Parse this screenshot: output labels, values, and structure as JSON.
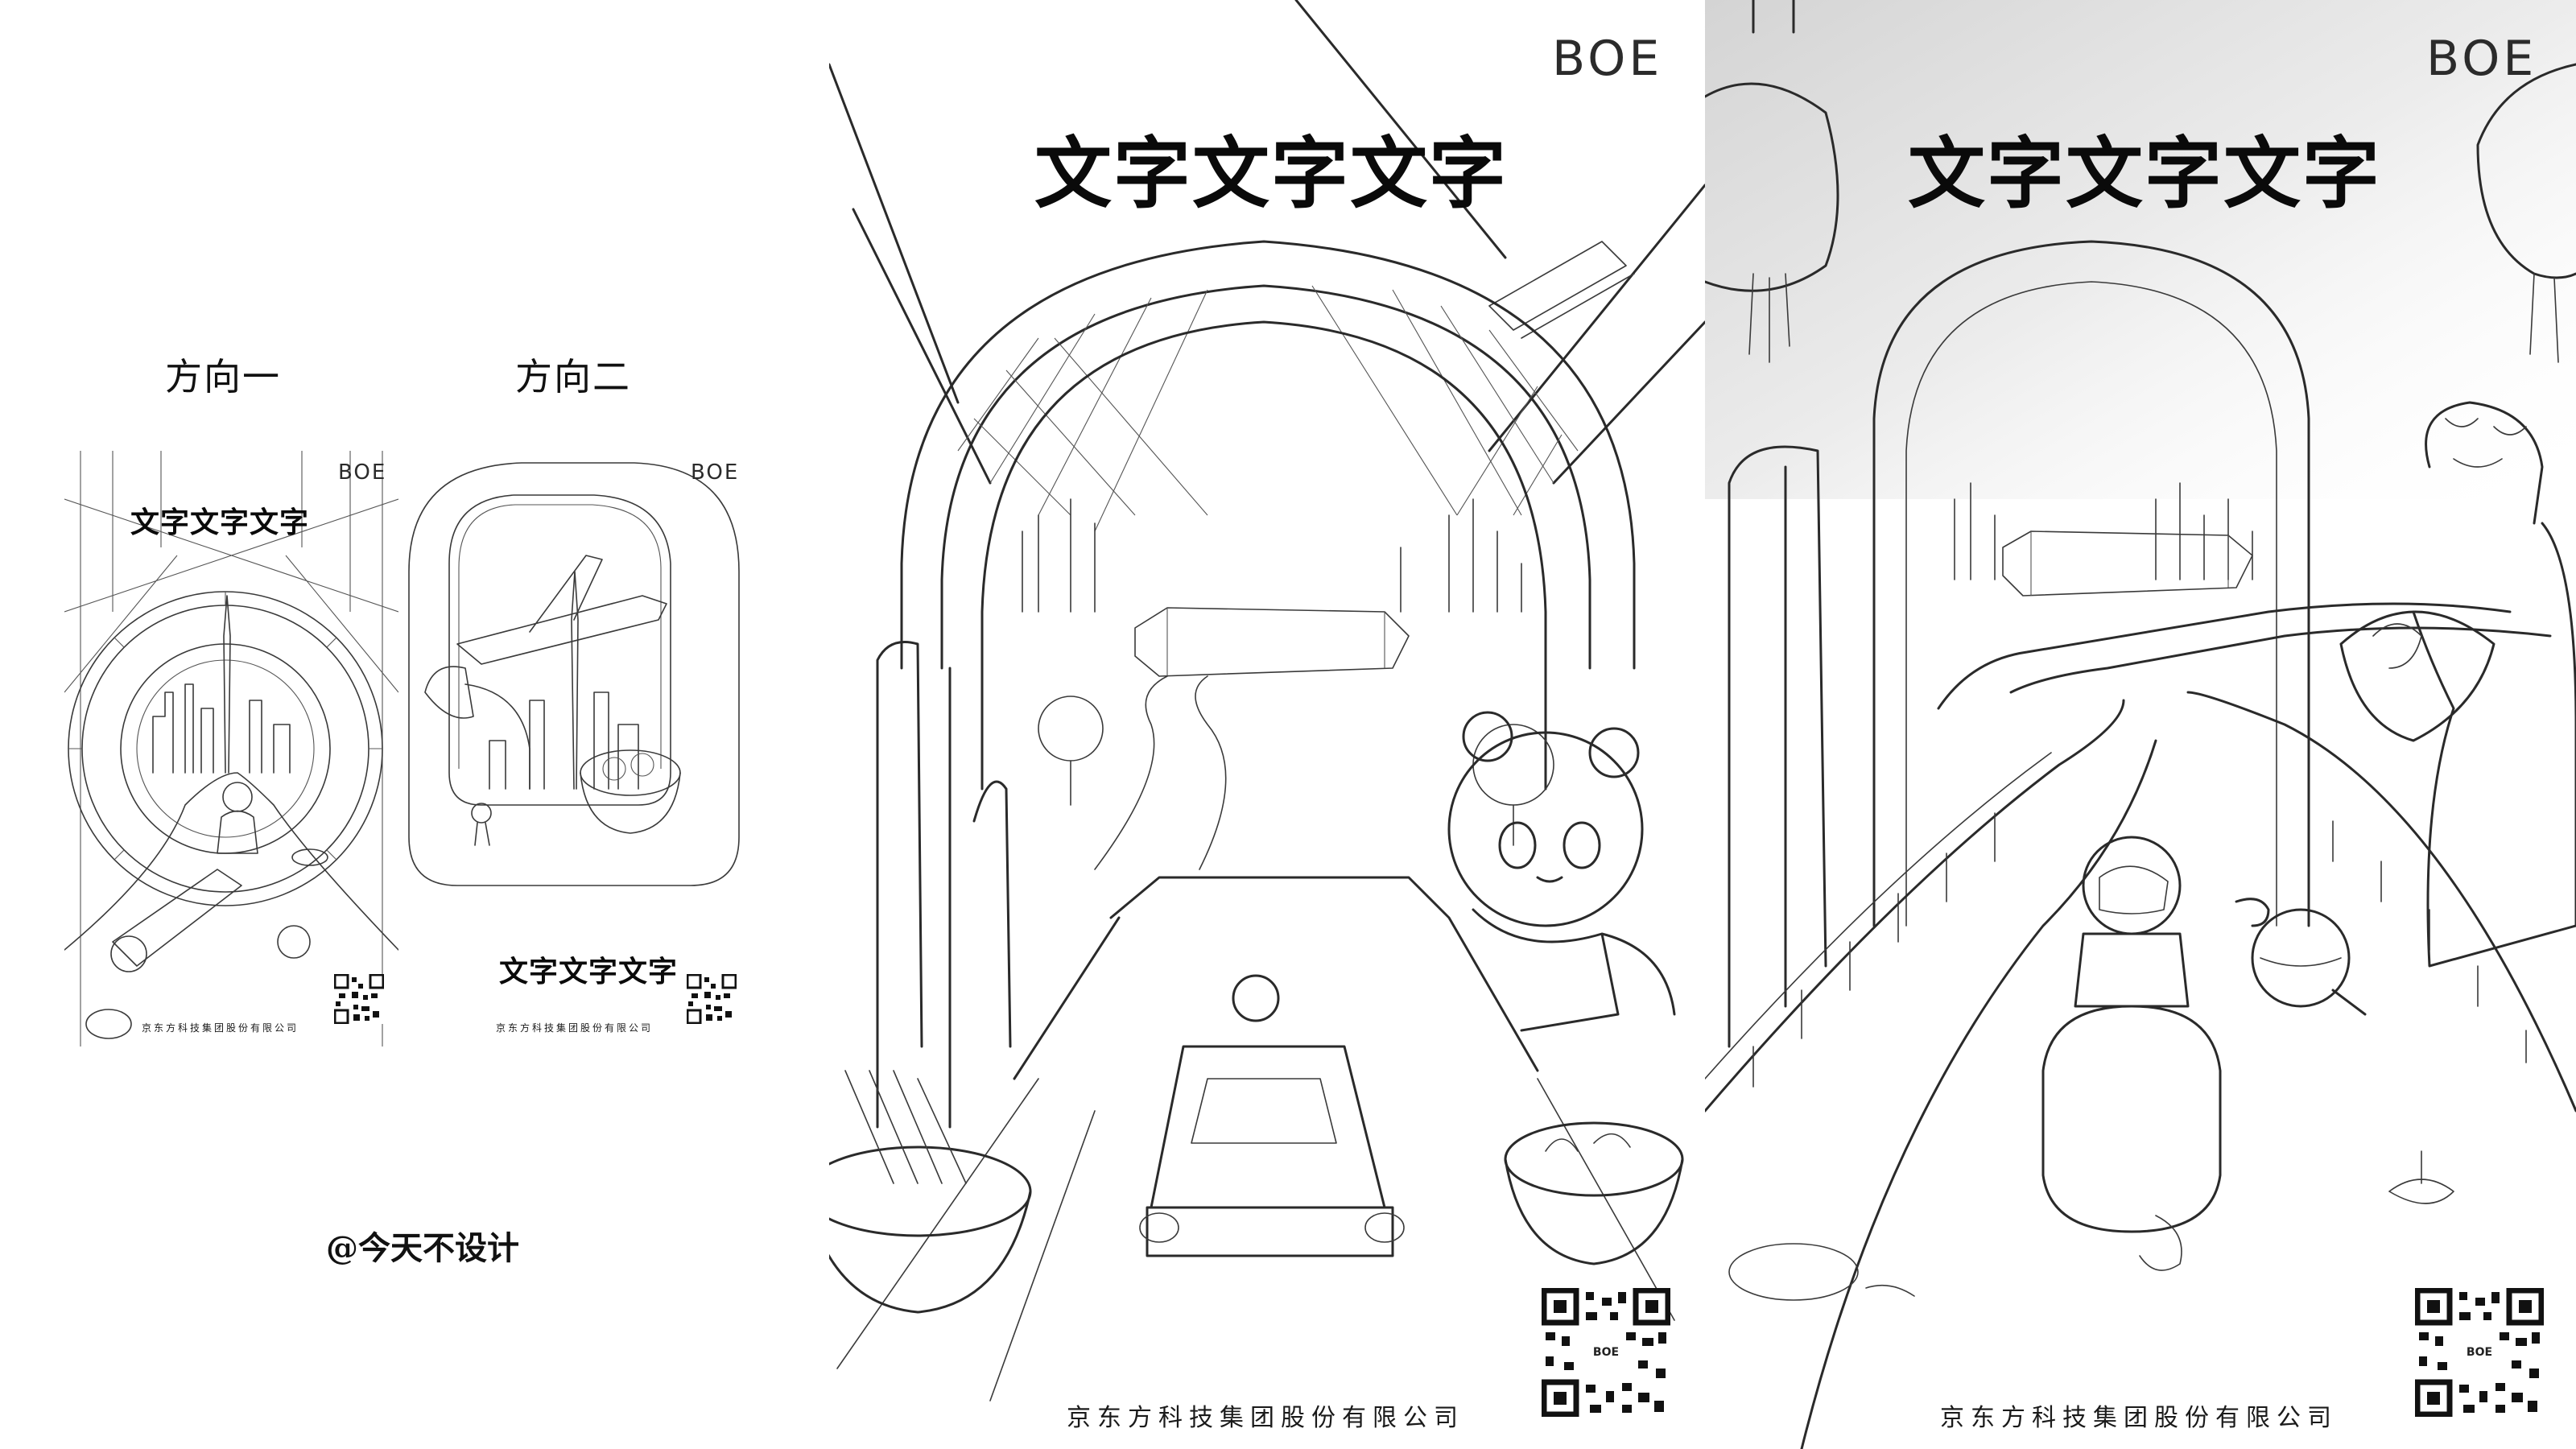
{
  "left_panel": {
    "direction_1_label": "方向一",
    "direction_2_label": "方向二",
    "thumb_1": {
      "brand": "BOE",
      "title": "文字文字文字",
      "company": "京东方科技集团股份有限公司"
    },
    "thumb_2": {
      "brand": "BOE",
      "title": "文字文字文字",
      "company": "京东方科技集团股份有限公司"
    },
    "author_handle": "@今天不设计"
  },
  "poster_1": {
    "brand": "BOE",
    "title": "文字文字文字",
    "company": "京东方科技集团股份有限公司",
    "qr_logo": "BOE"
  },
  "poster_2": {
    "brand": "BOE",
    "title": "文字文字文字",
    "company": "京东方科技集团股份有限公司",
    "qr_logo": "BOE"
  }
}
